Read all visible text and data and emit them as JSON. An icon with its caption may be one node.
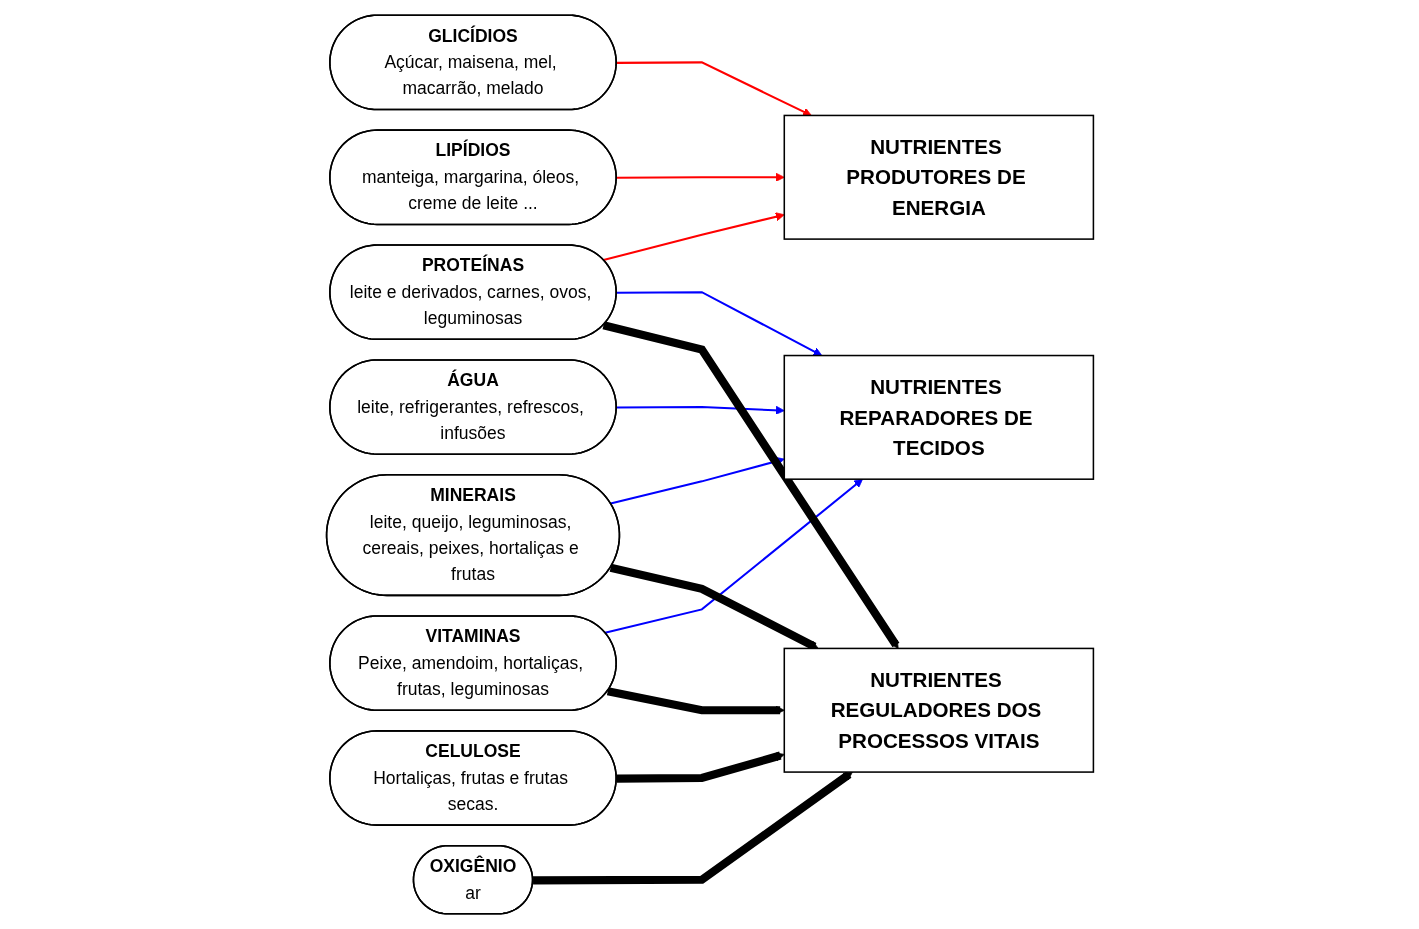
{
  "diagram": {
    "nodes": [
      {
        "text": [
          "GLICÍDIOS",
          "Açúcar, maisena, mel, macarrão, melado"
        ]
      },
      {
        "text": [
          "PROTEÍNAS",
          "leite e derivados, carnes, ovos, leguminosas"
        ]
      },
      {
        "text": [
          "LIPÍDIOS",
          "manteiga, margarina, óleos, creme de leite ..."
        ]
      },
      {
        "text": [
          "NUTRIENTES PRODUTORES DE ENERGIA"
        ]
      },
      {
        "text": [
          "MINERAIS",
          "leite, queijo, leguminosas, cereais, peixes, hortaliças e frutas"
        ]
      },
      {
        "text": [
          "NUTRIENTES REPARADORES DE TECIDOS"
        ]
      },
      {
        "text": [
          "ÁGUA",
          "leite, refrigerantes, refrescos, infusões"
        ]
      },
      {
        "text": [
          "VITAMINAS",
          "Peixe, amendoim, hortaliças, frutas, leguminosas"
        ]
      },
      {
        "text": [
          "CELULOSE",
          "Hortaliças, frutas e frutas secas."
        ]
      },
      {
        "text": [
          "NUTRIENTES REGULADORES DOS PROCESSOS VITAIS"
        ]
      },
      {
        "text": [
          "OXIGÊNIO",
          "ar"
        ]
      }
    ],
    "edges": [
      {
        "from": 0,
        "to": 3,
        "arrow": "to",
        "color": "#ff0000"
      },
      {
        "from": 1,
        "to": 3,
        "arrow": "to",
        "color": "#ff0000"
      },
      {
        "from": 2,
        "to": 3,
        "arrow": "to",
        "color": "#ff0000"
      },
      {
        "from": 1,
        "to": 5,
        "arrow": "to",
        "color": "#0000ff"
      },
      {
        "from": 4,
        "to": 5,
        "arrow": "to",
        "color": "#0000ff"
      },
      {
        "from": 6,
        "to": 5,
        "arrow": "to",
        "color": "#0000ff"
      },
      {
        "from": 7,
        "to": 5,
        "arrow": "to",
        "color": "#0000ff"
      },
      {
        "from": 1,
        "to": 9,
        "arrow": "to",
        "style": "thick"
      },
      {
        "from": 4,
        "to": 9,
        "arrow": "to",
        "style": "thick"
      },
      {
        "from": 8,
        "to": 9,
        "arrow": "to",
        "style": "thick"
      },
      {
        "from": 7,
        "to": 9,
        "arrow": "to",
        "style": "thick"
      },
      {
        "from": 10,
        "to": 9,
        "arrow": "to",
        "style": "thick"
      }
    ]
  }
}
